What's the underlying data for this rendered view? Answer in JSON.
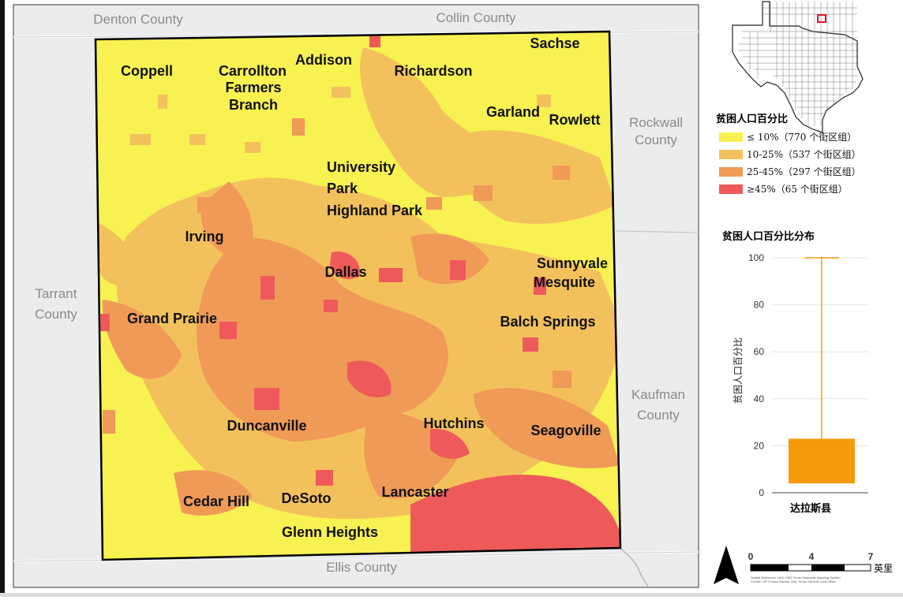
{
  "map": {
    "counties": {
      "denton": "Denton County",
      "collin": "Collin County",
      "rockwall_1": "Rockwall",
      "rockwall_2": "County",
      "tarrant_1": "Tarrant",
      "tarrant_2": "County",
      "kaufman_1": "Kaufman",
      "kaufman_2": "County",
      "ellis": "Ellis County"
    },
    "cities": {
      "sachse": "Sachse",
      "coppell": "Coppell",
      "carrollton": "Carrollton",
      "farmers": "Farmers",
      "branch": "Branch",
      "addison": "Addison",
      "richardson": "Richardson",
      "garland": "Garland",
      "rowlett": "Rowlett",
      "university": "University",
      "park": "Park",
      "highland_park": "Highland Park",
      "irving": "Irving",
      "dallas": "Dallas",
      "sunnyvale": "Sunnyvale",
      "mesquite": "Mesquite",
      "grand_prairie": "Grand Prairie",
      "balch_springs": "Balch Springs",
      "duncanville": "Duncanville",
      "hutchins": "Hutchins",
      "seagoville": "Seagoville",
      "cedar_hill": "Cedar Hill",
      "desoto": "DeSoto",
      "lancaster": "Lancaster",
      "glenn_heights": "Glenn Heights"
    },
    "colors": {
      "low": "#f7f152",
      "mid_low": "#f3c15c",
      "mid_high": "#ef9a57",
      "high": "#ee5a5a"
    }
  },
  "legend": {
    "title": "贫困人口百分比",
    "items": [
      {
        "label": "≤ 10%（770 个街区组）",
        "color": "#f7f152"
      },
      {
        "label": "10-25%（537 个街区组）",
        "color": "#f3c15c"
      },
      {
        "label": "25-45%（297 个街区组）",
        "color": "#ef9a57"
      },
      {
        "label": "≥45%（65 个街区组）",
        "color": "#ee5a5a"
      }
    ]
  },
  "chart_data": {
    "type": "box",
    "title": "贫困人口百分比分布",
    "xlabel": "达拉斯县",
    "ylabel": "贫困人口百分比",
    "ylim": [
      0,
      100
    ],
    "yticks": [
      0,
      20,
      40,
      60,
      80,
      100
    ],
    "categories": [
      "达拉斯县"
    ],
    "box": {
      "min": 0,
      "q1": 4,
      "q3": 23,
      "max": 100
    },
    "color": "#f59a0a"
  },
  "scale": {
    "ticks": [
      "0",
      "4",
      "7"
    ],
    "unit": "英里",
    "credits_line1": "Spatial Reference: NAD 1983 Texas Statewide Mapping System",
    "credits_line2": "Credits: US Census Bureau, Esri, Texas General Land Office"
  }
}
